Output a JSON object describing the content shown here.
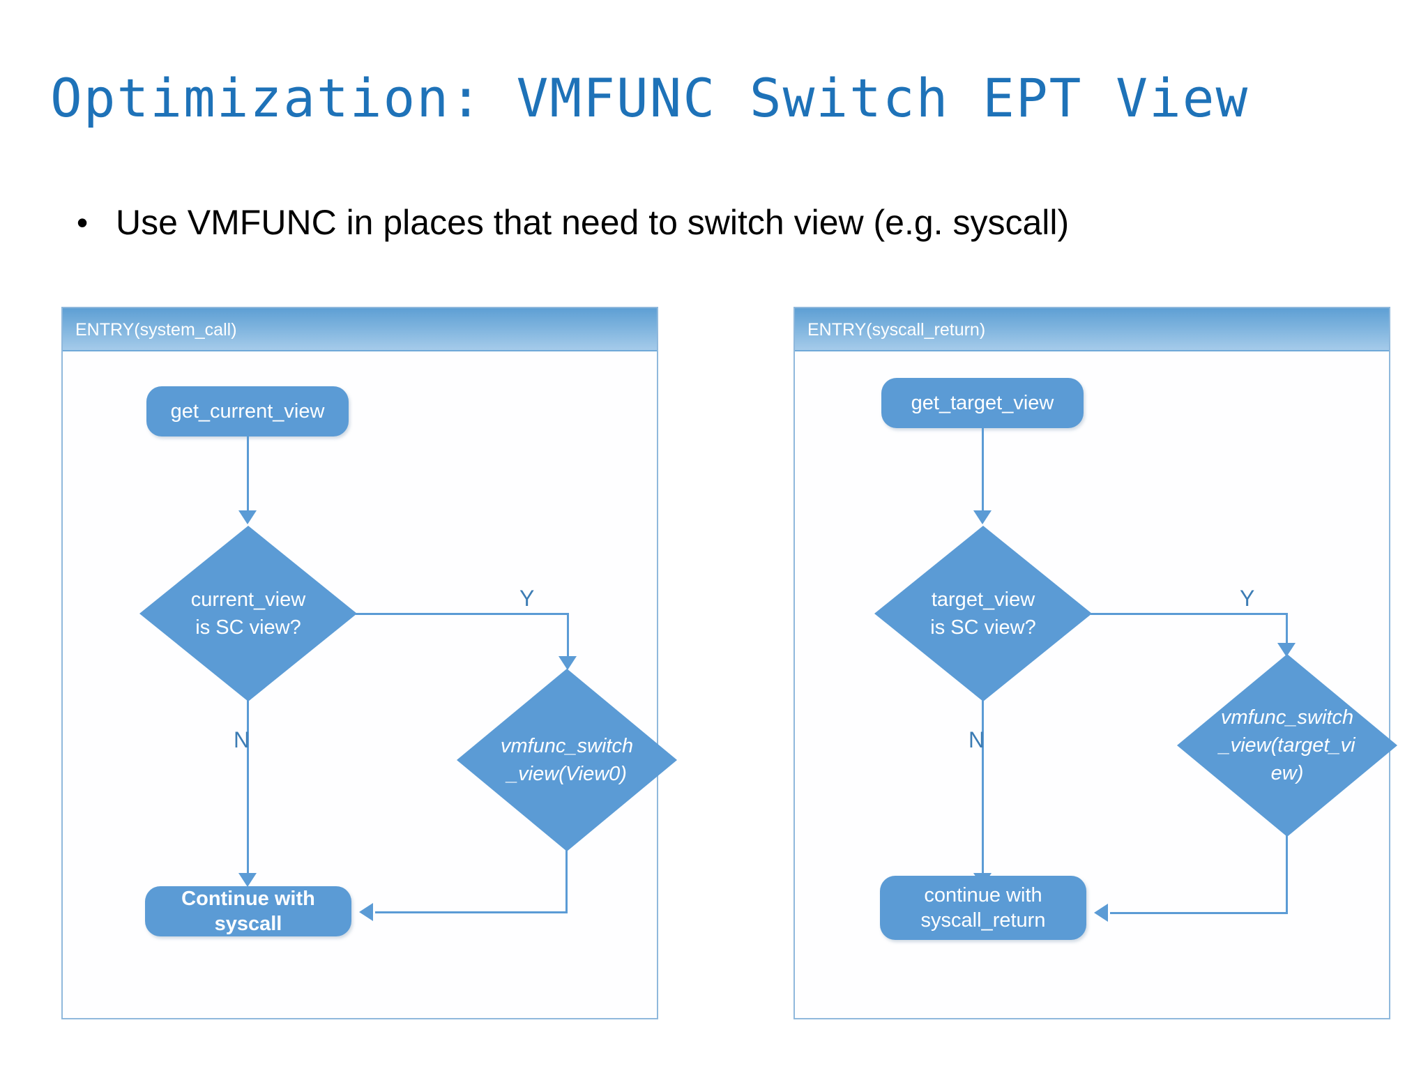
{
  "slide": {
    "title": "Optimization: VMFUNC Switch EPT View",
    "bullet_marker": "•",
    "bullet_text": "Use VMFUNC in places that need to switch view (e.g. syscall)",
    "title_color": "#1E72B8",
    "accent_color": "#5B9BD5",
    "background_color": "#FFFFFF"
  },
  "diagrams": [
    {
      "id": "system-call-flow",
      "header": "ENTRY(system_call)",
      "nodes": {
        "start": "get_current_view",
        "decision_line1": "current_view",
        "decision_line2": "is SC view?",
        "action_line1": "vmfunc_switch",
        "action_line2": "_view(View0)",
        "end": "Continue with syscall"
      },
      "branches": {
        "yes": "Y",
        "no": "N"
      }
    },
    {
      "id": "syscall-return-flow",
      "header": "ENTRY(syscall_return)",
      "nodes": {
        "start": "get_target_view",
        "decision_line1": "target_view",
        "decision_line2": "is SC view?",
        "action_line1": "vmfunc_switch",
        "action_line2": "_view(target_vi",
        "action_line3": "ew)",
        "end_line1": "continue with",
        "end_line2": "syscall_return"
      },
      "branches": {
        "yes": "Y",
        "no": "N"
      }
    }
  ]
}
